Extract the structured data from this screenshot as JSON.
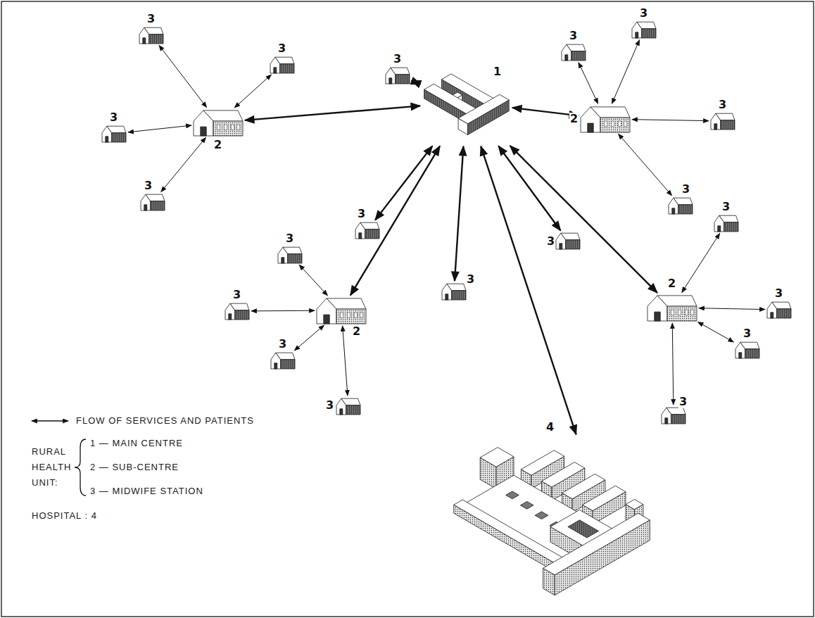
{
  "diagram": {
    "nodes": [
      {
        "text": [
          "1"
        ]
      },
      {
        "text": [
          "2"
        ]
      },
      {
        "text": [
          "3"
        ]
      },
      {
        "text": [
          "3"
        ]
      },
      {
        "text": [
          "3"
        ]
      },
      {
        "text": [
          "3"
        ]
      },
      {
        "text": [
          "2"
        ]
      },
      {
        "text": [
          "3"
        ]
      },
      {
        "text": [
          "3"
        ]
      },
      {
        "text": [
          "3"
        ]
      },
      {
        "text": [
          "3"
        ]
      },
      {
        "text": [
          "3"
        ]
      },
      {
        "text": [
          "3"
        ]
      },
      {
        "text": [
          "3"
        ]
      },
      {
        "text": [
          "3"
        ]
      },
      {
        "text": [
          "2"
        ]
      },
      {
        "text": [
          "3"
        ]
      },
      {
        "text": [
          "3"
        ]
      },
      {
        "text": [
          "3"
        ]
      },
      {
        "text": [
          "3"
        ]
      },
      {
        "text": [
          "2"
        ]
      },
      {
        "text": [
          "3"
        ]
      },
      {
        "text": [
          "3"
        ]
      },
      {
        "text": [
          "3"
        ]
      },
      {
        "text": [
          "3"
        ]
      },
      {
        "text": [
          "4"
        ]
      }
    ],
    "edges": [
      {
        "from": 1,
        "to": 2,
        "arrow": "both"
      },
      {
        "from": 1,
        "to": 3,
        "arrow": "both"
      },
      {
        "from": 1,
        "to": 4,
        "arrow": "both"
      },
      {
        "from": 1,
        "to": 5,
        "arrow": "both"
      },
      {
        "from": 6,
        "to": 7,
        "arrow": "both"
      },
      {
        "from": 6,
        "to": 8,
        "arrow": "both"
      },
      {
        "from": 6,
        "to": 9,
        "arrow": "both"
      },
      {
        "from": 6,
        "to": 10,
        "arrow": "both"
      },
      {
        "from": 15,
        "to": 16,
        "arrow": "both"
      },
      {
        "from": 15,
        "to": 17,
        "arrow": "both"
      },
      {
        "from": 15,
        "to": 18,
        "arrow": "both"
      },
      {
        "from": 15,
        "to": 19,
        "arrow": "both"
      },
      {
        "from": 20,
        "to": 21,
        "arrow": "both"
      },
      {
        "from": 20,
        "to": 22,
        "arrow": "both"
      },
      {
        "from": 20,
        "to": 23,
        "arrow": "both"
      },
      {
        "from": 20,
        "to": 24,
        "arrow": "both"
      },
      {
        "from": 0,
        "to": 1,
        "arrow": "both"
      },
      {
        "from": 0,
        "to": 6,
        "arrow": "both"
      },
      {
        "from": 0,
        "to": 15,
        "arrow": "both"
      },
      {
        "from": 0,
        "to": 20,
        "arrow": "both"
      },
      {
        "from": 0,
        "to": 11,
        "arrow": "both"
      },
      {
        "from": 0,
        "to": 12,
        "arrow": "both"
      },
      {
        "from": 0,
        "to": 13,
        "arrow": "both"
      },
      {
        "from": 0,
        "to": 14,
        "arrow": "both"
      },
      {
        "from": 0,
        "to": 25,
        "arrow": "both"
      }
    ],
    "labels": [
      "RURAL HEALTH UNIT:",
      "1 — MAIN CENTRE",
      "2 — SUB-CENTRE",
      "3 — MIDWIFE STATION",
      "HOSPITAL : 4"
    ],
    "legend": [
      {
        "text": "FLOW OF SERVICES AND PATIENTS"
      }
    ]
  }
}
